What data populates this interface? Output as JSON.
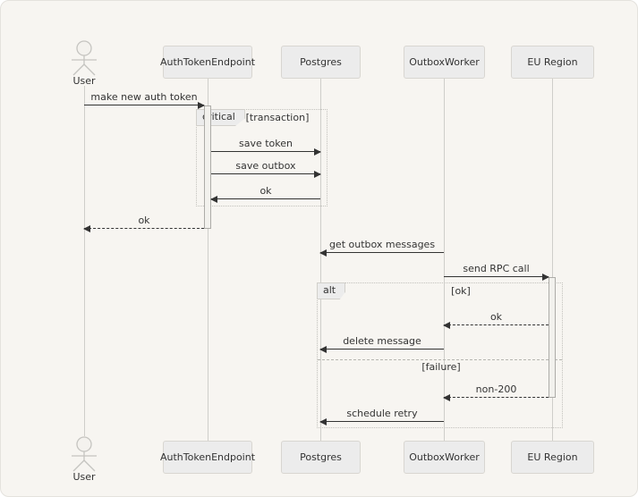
{
  "participants": [
    {
      "name": "User",
      "type": "actor"
    },
    {
      "name": "AuthTokenEndpoint",
      "type": "participant"
    },
    {
      "name": "Postgres",
      "type": "participant"
    },
    {
      "name": "OutboxWorker",
      "type": "participant"
    },
    {
      "name": "EU Region",
      "type": "participant"
    }
  ],
  "messages": [
    {
      "text": "make new auth token",
      "from": "User",
      "to": "AuthTokenEndpoint",
      "line": "solid"
    },
    {
      "text": "save token",
      "from": "AuthTokenEndpoint",
      "to": "Postgres",
      "line": "solid"
    },
    {
      "text": "save outbox",
      "from": "AuthTokenEndpoint",
      "to": "Postgres",
      "line": "solid"
    },
    {
      "text": "ok",
      "from": "Postgres",
      "to": "AuthTokenEndpoint",
      "line": "solid"
    },
    {
      "text": "ok",
      "from": "AuthTokenEndpoint",
      "to": "User",
      "line": "dashed"
    },
    {
      "text": "get outbox messages",
      "from": "OutboxWorker",
      "to": "Postgres",
      "line": "solid"
    },
    {
      "text": "send RPC call",
      "from": "OutboxWorker",
      "to": "EU Region",
      "line": "solid"
    },
    {
      "text": "ok",
      "from": "EU Region",
      "to": "OutboxWorker",
      "line": "dashed"
    },
    {
      "text": "delete message",
      "from": "OutboxWorker",
      "to": "Postgres",
      "line": "solid"
    },
    {
      "text": "non-200",
      "from": "EU Region",
      "to": "OutboxWorker",
      "line": "dashed"
    },
    {
      "text": "schedule retry",
      "from": "OutboxWorker",
      "to": "Postgres",
      "line": "solid"
    }
  ],
  "frames": {
    "critical": {
      "label": "critical",
      "condition": "[transaction]"
    },
    "alt": {
      "label": "alt",
      "condition_ok": "[ok]",
      "condition_failure": "[failure]"
    }
  },
  "colors": {
    "background": "#f7f5f1",
    "participant_fill": "#ececec",
    "participant_border": "#d8d6d1",
    "message_line": "#333333",
    "lifeline": "#cfceca"
  }
}
